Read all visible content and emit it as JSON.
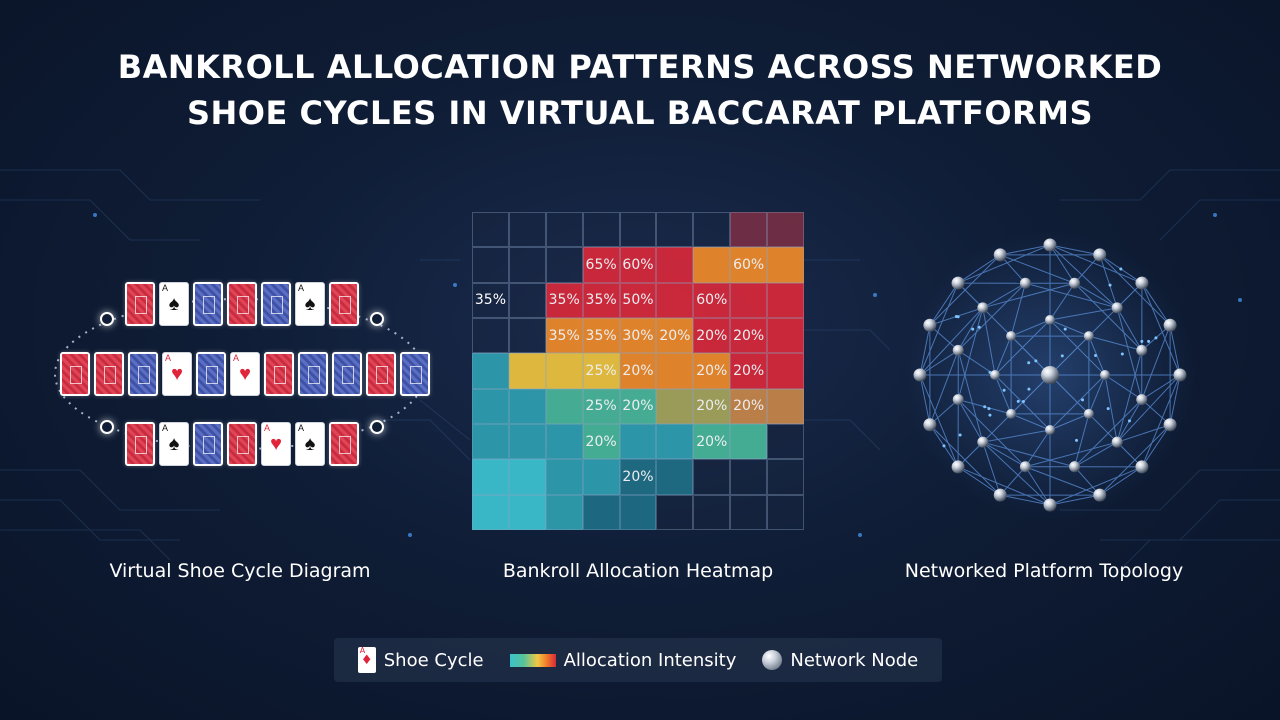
{
  "title": {
    "line1": "BANKROLL ALLOCATION PATTERNS ACROSS NETWORKED",
    "line2": "SHOE CYCLES IN VIRTUAL BACCARAT PLATFORMS"
  },
  "captions": {
    "left": "Virtual Shoe Cycle Diagram",
    "center": "Bankroll Allocation Heatmap",
    "right": "Networked Platform Topology"
  },
  "legend": {
    "shoe_cycle": "Shoe Cycle",
    "allocation_intensity": "Allocation Intensity",
    "network_node": "Network Node"
  },
  "icons": {
    "shoe_cycle": "playing-card-icon",
    "allocation_intensity": "color-gradient-icon",
    "network_node": "sphere-node-icon"
  },
  "colors": {
    "background": "#0f1d36",
    "heat_low": "#3cc1cc",
    "heat_mid": "#f2c744",
    "heat_high": "#d8293a",
    "card_red": "#e04455",
    "card_blue": "#4a5db5",
    "node": "#c9d0da",
    "network_line": "#5a8fd8"
  },
  "shoe_cycle": {
    "top_row": [
      "red",
      "spade",
      "blue",
      "red",
      "blue",
      "spade",
      "red"
    ],
    "middle_row": [
      "red",
      "red",
      "blue",
      "heart",
      "blue",
      "heart",
      "red",
      "blue",
      "blue",
      "red",
      "blue"
    ],
    "bottom_row": [
      "red",
      "spade",
      "blue",
      "red",
      "heart",
      "spade",
      "red"
    ]
  },
  "chart_data": {
    "type": "heatmap",
    "rows": 9,
    "cols": 9,
    "colorscale": "teal-green-yellow-orange-red",
    "cells": [
      [
        null,
        null,
        null,
        null,
        null,
        null,
        null,
        "maroon",
        "maroon"
      ],
      [
        null,
        null,
        null,
        {
          "v": "65%",
          "c": "red"
        },
        {
          "v": "60%",
          "c": "red"
        },
        "red",
        "orange",
        {
          "v": "60%",
          "c": "orange"
        },
        "orange"
      ],
      [
        {
          "v": "35%",
          "c": null
        },
        null,
        {
          "v": "35%",
          "c": "red"
        },
        {
          "v": "35%",
          "c": "red"
        },
        {
          "v": "50%",
          "c": "red"
        },
        "red",
        {
          "v": "60%",
          "c": "red"
        },
        "red",
        "red"
      ],
      [
        null,
        null,
        {
          "v": "35%",
          "c": "orange"
        },
        {
          "v": "35%",
          "c": "orange"
        },
        {
          "v": "30%",
          "c": "orange"
        },
        {
          "v": "20%",
          "c": "orange"
        },
        {
          "v": "20%",
          "c": "red"
        },
        {
          "v": "20%",
          "c": "red"
        },
        "red"
      ],
      [
        "teal",
        "yellow",
        "yellow",
        {
          "v": "25%",
          "c": "yellow"
        },
        {
          "v": "20%",
          "c": "orange"
        },
        "orange",
        {
          "v": "20%",
          "c": "orange"
        },
        {
          "v": "20%",
          "c": "red"
        },
        "red"
      ],
      [
        "teal",
        "teal",
        "green",
        {
          "v": "25%",
          "c": "green"
        },
        {
          "v": "20%",
          "c": "green"
        },
        "olive",
        {
          "v": "20%",
          "c": "olive"
        },
        {
          "v": "20%",
          "c": "tan"
        },
        "tan"
      ],
      [
        "teal",
        "teal",
        "teal",
        {
          "v": "20%",
          "c": "green"
        },
        "teal",
        "teal",
        {
          "v": "20%",
          "c": "green"
        },
        "green",
        null
      ],
      [
        "cyan",
        "cyan",
        "teal",
        "teal",
        {
          "v": "20%",
          "c": "darkteal"
        },
        "darkteal",
        null,
        null,
        null
      ],
      [
        "cyan",
        "cyan",
        "teal",
        "darkteal",
        "darkteal",
        null,
        null,
        null,
        null
      ]
    ]
  }
}
